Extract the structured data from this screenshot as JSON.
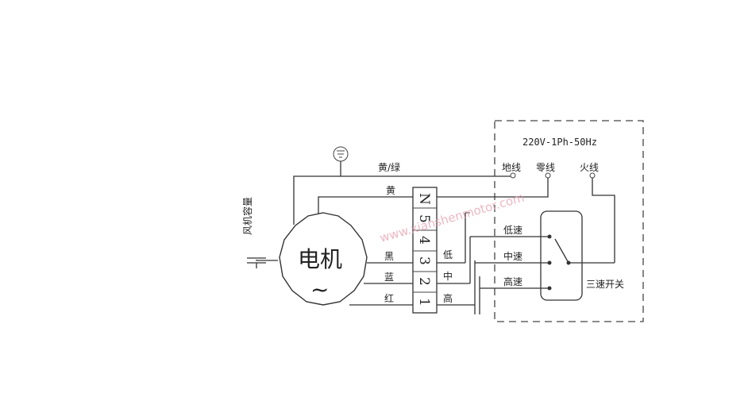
{
  "power_supply": {
    "spec": "220V-1Ph-50Hz",
    "earth_label": "地线",
    "neutral_label": "零线",
    "live_label": "火线"
  },
  "motor": {
    "label": "电机",
    "ac_symbol": "~"
  },
  "capacitor_label": "风机容量",
  "wires": {
    "ground": "黄/绿",
    "yellow": "黄",
    "black": "黑",
    "blue": "蓝",
    "red": "红"
  },
  "terminal_block": {
    "terminals": [
      "N",
      "5",
      "4",
      "3",
      "2",
      "1"
    ]
  },
  "speed_taps": {
    "low": "低",
    "mid": "中",
    "high": "高"
  },
  "switch": {
    "low_label": "低速",
    "mid_label": "中速",
    "high_label": "高速",
    "name": "三速开关"
  },
  "watermark": "www.xianshenmotor.com",
  "colors": {
    "line": "#333333",
    "background": "#ffffff",
    "watermark": "#e8a0b0"
  }
}
